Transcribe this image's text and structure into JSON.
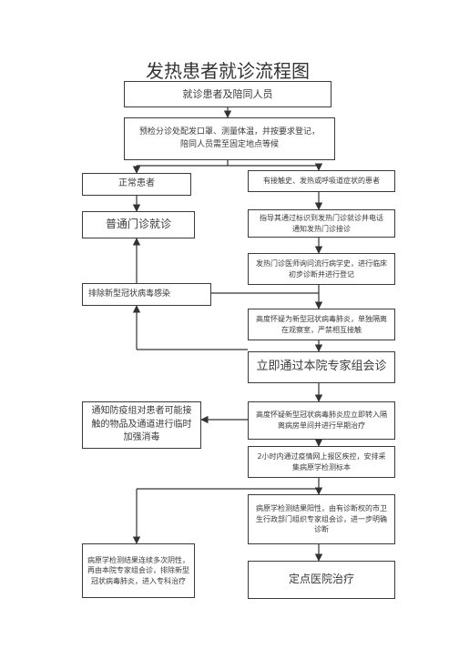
{
  "title": "发热患者就诊流程图",
  "nodes": {
    "n1": "就诊患者及陪同人员",
    "n2": "预检分诊处配发口罩、测量体温，并按要求登记，陪同人员需至固定地点等候",
    "n3_left": "正常患者",
    "n3_right": "有接触史、发热或呼吸道症状的患者",
    "n4_left": "普通门诊就诊",
    "n4_right": "指导其通过标识到发热门诊就诊并电话通知发热门诊接诊",
    "n5_right": "发热门诊医师询问流行病学史，进行临床初步诊断并进行登记",
    "n5_left": "排除新型冠状病毒感染",
    "n6": "高度怀疑为新型冠状病毒肺炎，单独隔离在观察室，严禁相互接触",
    "n7": "立即通过本院专家组会诊",
    "n8_left": "通知防疫组对患者可能接触的物品及通道进行临时加强消毒",
    "n8_right": "高度怀疑新型冠状病毒肺炎应立即转入隔离病房单间并进行早期治疗",
    "n9": "2小时内通过疫情网上报区疾控，安排采集病原学检测标本",
    "n10": "病原学检测结果阳性，由有诊断权的市卫生行政部门组织专家组会诊，进一步明确诊断",
    "n11_left": "病原学检测结果连续多次阴性，再由本院专家组会诊，排除新型冠状病毒肺炎，进入专科治疗",
    "n11_right": "定点医院治疗"
  }
}
